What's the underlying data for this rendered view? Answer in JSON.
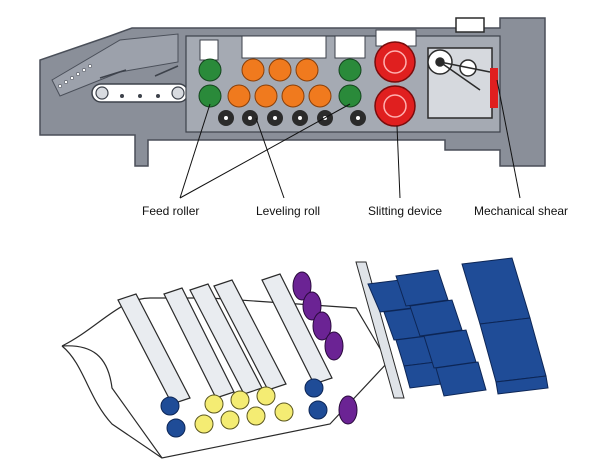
{
  "labels": {
    "feed_roller": "Feed roller",
    "leveling_roll": "Leveling roll",
    "slitting_device": "Slitting device",
    "mechanical_shear": "Mechanical shear"
  },
  "colors": {
    "machine_body": "#8a8f99",
    "machine_outline": "#4a4f59",
    "feed_roller": "#2a8a3a",
    "leveling_roll": "#f07a1e",
    "slitting_device": "#e01f1f",
    "gear": "#2b2b2b",
    "sheet_blue": "#1f4c97",
    "roll_blue": "#1f4c97",
    "roll_yellow": "#f4ec73",
    "cutter_purple": "#6b2394"
  }
}
